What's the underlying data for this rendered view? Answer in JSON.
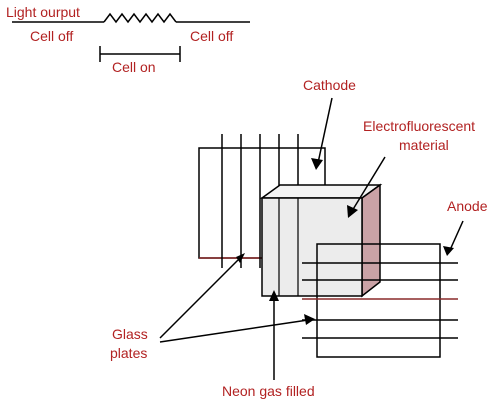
{
  "labels": {
    "light_output": "Light ourput",
    "cell_off_left": "Cell off",
    "cell_off_right": "Cell off",
    "cell_on": "Cell on",
    "cathode": "Cathode",
    "electrofluorescent_line1": "Electrofluorescent",
    "electrofluorescent_line2": "material",
    "anode": "Anode",
    "glass_line1": "Glass",
    "glass_line2": "plates",
    "neon": "Neon gas filled"
  },
  "colors": {
    "label_text": "#b22222",
    "line": "#000000",
    "prism_front": "#ececec",
    "prism_side": "#caa2a6",
    "prism_top": "#f4f4f4",
    "maroon_line": "#8a2a2a"
  }
}
